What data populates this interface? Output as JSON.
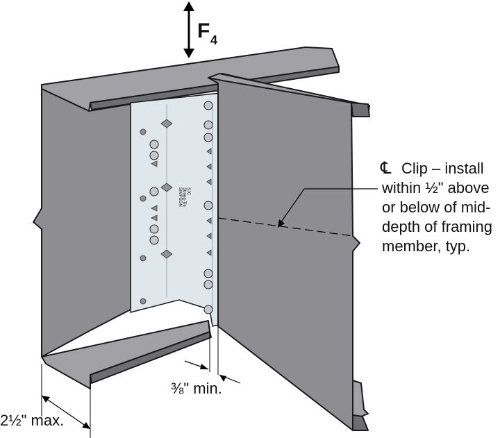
{
  "force_label": {
    "main": "F",
    "sub": "4"
  },
  "callout": {
    "symbol": "℄",
    "lines": [
      "Clip – install",
      "within ½\" above",
      "or below of mid-",
      "depth of framing",
      "member, typ."
    ]
  },
  "dimensions": {
    "min_gap": "⅜\" min.",
    "max_offset": "2½\" max."
  },
  "clip_imprint": [
    "SIMPSON",
    "Strong-Tie",
    "SJC"
  ],
  "colors": {
    "steel": "#8e8e92",
    "clip": "#dfe6ec",
    "line": "#000000"
  }
}
